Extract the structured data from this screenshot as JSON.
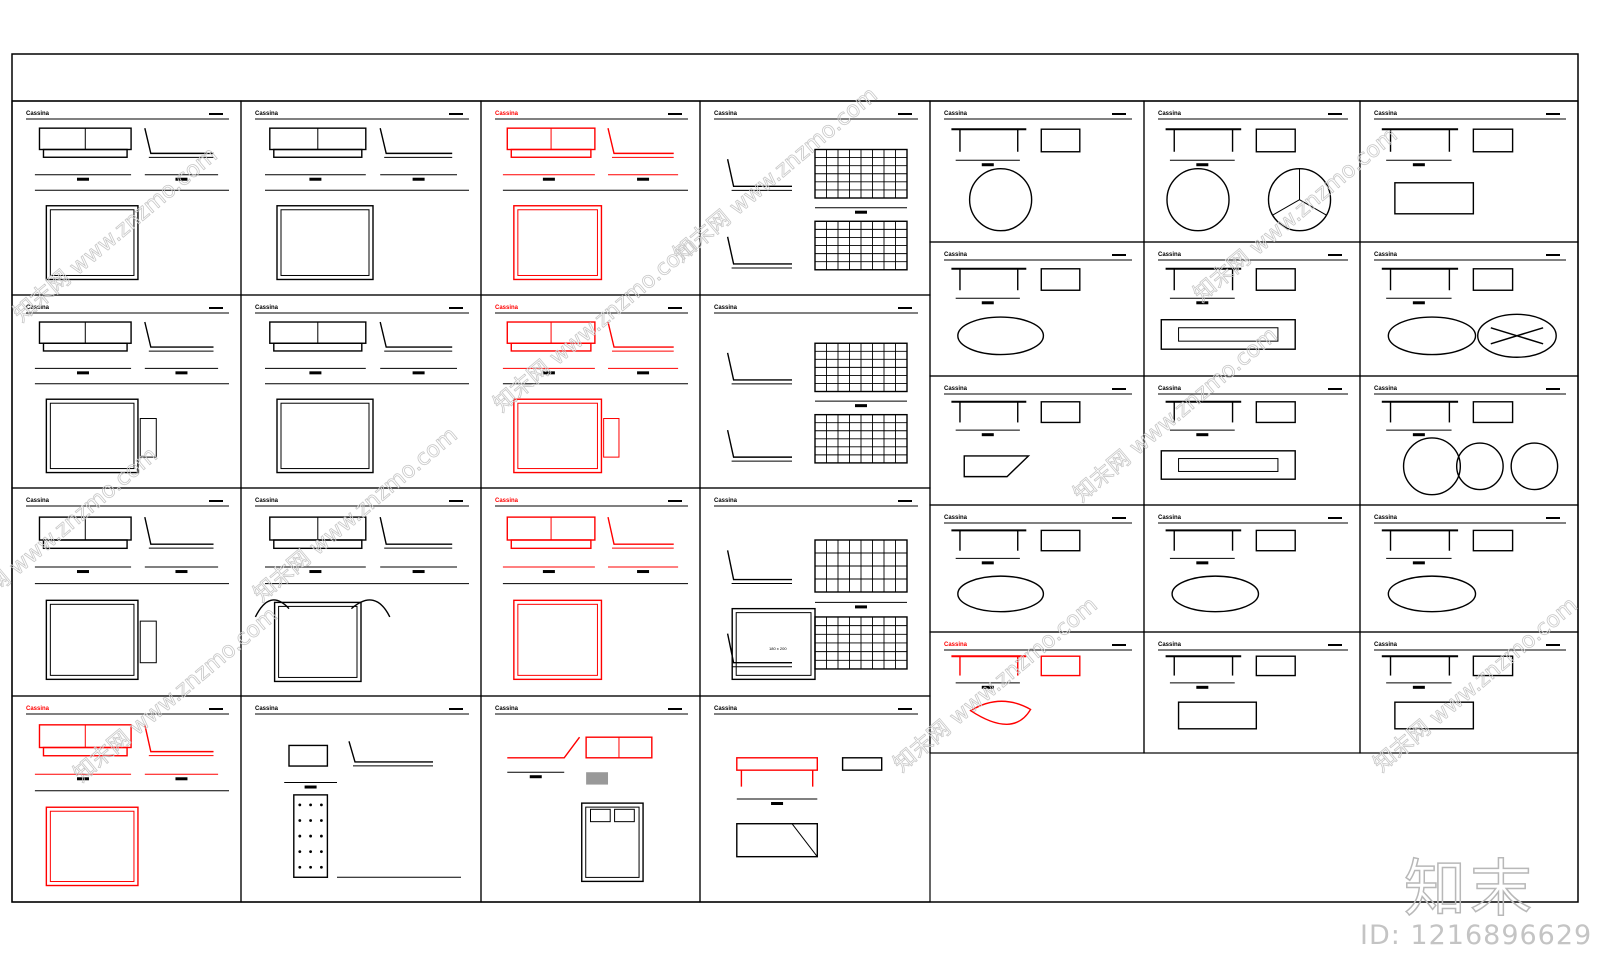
{
  "sheet": {
    "brand_label": "Cassina",
    "dimension_note": "180 x 200",
    "colors": {
      "line": "#000000",
      "accent": "#ff0000",
      "watermark": "#c8c8c8"
    }
  },
  "bed_panels": [
    {
      "v": "bedA",
      "red": false
    },
    {
      "v": "bedB",
      "red": false
    },
    {
      "v": "bedA",
      "red": true
    },
    {
      "v": "grid",
      "red": false
    },
    {
      "v": "bedC",
      "red": false
    },
    {
      "v": "bedB",
      "red": false
    },
    {
      "v": "bedA",
      "red": true
    },
    {
      "v": "grid2",
      "red": false
    },
    {
      "v": "bedC",
      "red": false
    },
    {
      "v": "bedD",
      "red": false
    },
    {
      "v": "bedA",
      "red": true
    },
    {
      "v": "grid3",
      "red": false
    },
    {
      "v": "bedA",
      "red": true
    },
    {
      "v": "day",
      "red": false
    },
    {
      "v": "sofa",
      "red": false
    },
    {
      "v": "bench",
      "red": false
    }
  ],
  "table_panels": [
    {
      "v": "circle",
      "red": false
    },
    {
      "v": "circle3",
      "red": false
    },
    {
      "v": "rect",
      "red": false
    },
    {
      "v": "oval",
      "red": false
    },
    {
      "v": "longrect",
      "red": false
    },
    {
      "v": "ovalx",
      "red": false
    },
    {
      "v": "pedestal",
      "red": false
    },
    {
      "v": "rectframe",
      "red": false
    },
    {
      "v": "three",
      "red": false
    },
    {
      "v": "ovalwide",
      "red": false
    },
    {
      "v": "ovalwide",
      "red": false
    },
    {
      "v": "ovalwide",
      "red": false
    },
    {
      "v": "pebble",
      "red": true
    },
    {
      "v": "rect2",
      "red": false
    },
    {
      "v": "rect2",
      "red": false
    }
  ],
  "watermark": {
    "logo": "知末",
    "id": "ID: 1216896629",
    "diagonal_text": "知末网 www.znzmo.com"
  }
}
